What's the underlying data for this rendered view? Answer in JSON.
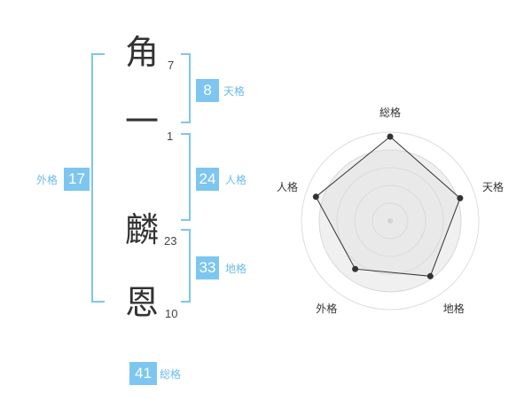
{
  "name": {
    "chars": [
      {
        "char": "角",
        "strokes": "7"
      },
      {
        "char": "一",
        "strokes": "1"
      },
      {
        "char": "麟",
        "strokes": "23"
      },
      {
        "char": "恩",
        "strokes": "10"
      }
    ]
  },
  "fortunes": {
    "tenkaku": {
      "value": "8",
      "label": "天格"
    },
    "jinkaku": {
      "value": "24",
      "label": "人格"
    },
    "chikaku": {
      "value": "33",
      "label": "地格"
    },
    "gaikaku": {
      "value": "17",
      "label": "外格"
    },
    "soukaku": {
      "value": "41",
      "label": "総格"
    }
  },
  "colors": {
    "accent": "#7cc6f0",
    "label": "#6bbbe9",
    "bracket": "#7cc6f0"
  },
  "chart_data": {
    "type": "radar",
    "axes": [
      "総格",
      "天格",
      "地格",
      "外格",
      "人格"
    ],
    "values": [
      0.95,
      0.83,
      0.77,
      0.67,
      0.88
    ],
    "max": 1,
    "rings": 4
  }
}
